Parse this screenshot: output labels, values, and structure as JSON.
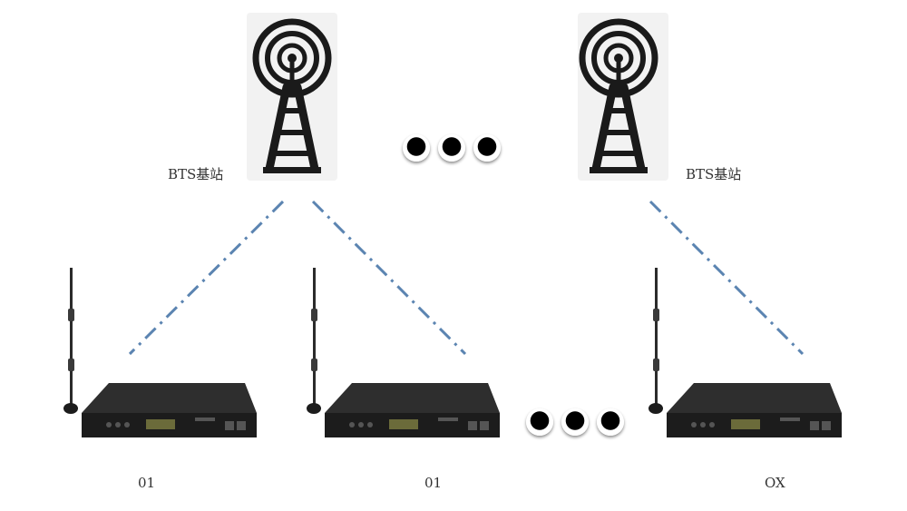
{
  "towers": [
    {
      "label": "BTS基站"
    },
    {
      "label": "BTS基站"
    }
  ],
  "devices": [
    {
      "label": "01"
    },
    {
      "label": "01"
    },
    {
      "label": "OX"
    }
  ],
  "icons": {
    "tower": "radio-tower-icon",
    "device": "gateway-device-icon",
    "ellipsis": "ellipsis-dots"
  },
  "colors": {
    "link": "#5b84b1",
    "tower": "#1a1a1a",
    "tower_bg": "#f2f2f2",
    "device_body": "#1c1c1c"
  }
}
